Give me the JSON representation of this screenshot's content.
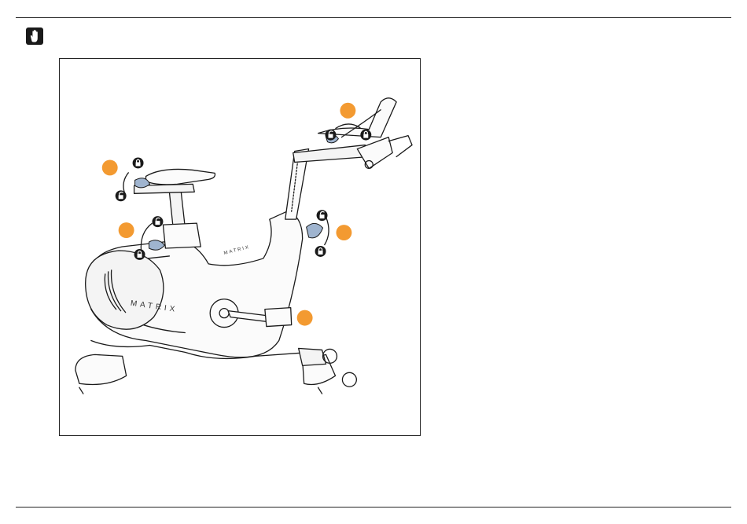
{
  "header": {
    "icon": "hand-stop-icon"
  },
  "figure": {
    "brand_text": "MATRIX",
    "callout_color": "#F39A31",
    "lock_color": "#1a1a1a",
    "accent_part_color": "#9FB4CF",
    "callouts": [
      {
        "name": "handlebar-adjust",
        "icon_pair": [
          "unlock-icon",
          "lock-icon"
        ]
      },
      {
        "name": "seat-adjust",
        "icon_pair": [
          "lock-icon",
          "unlock-icon"
        ]
      },
      {
        "name": "seat-post-height",
        "icon_pair": [
          "unlock-icon",
          "lock-icon"
        ]
      },
      {
        "name": "handlebar-post-height",
        "icon_pair": [
          "unlock-icon",
          "lock-icon"
        ]
      },
      {
        "name": "resistance-lever",
        "icon_pair": []
      }
    ]
  }
}
